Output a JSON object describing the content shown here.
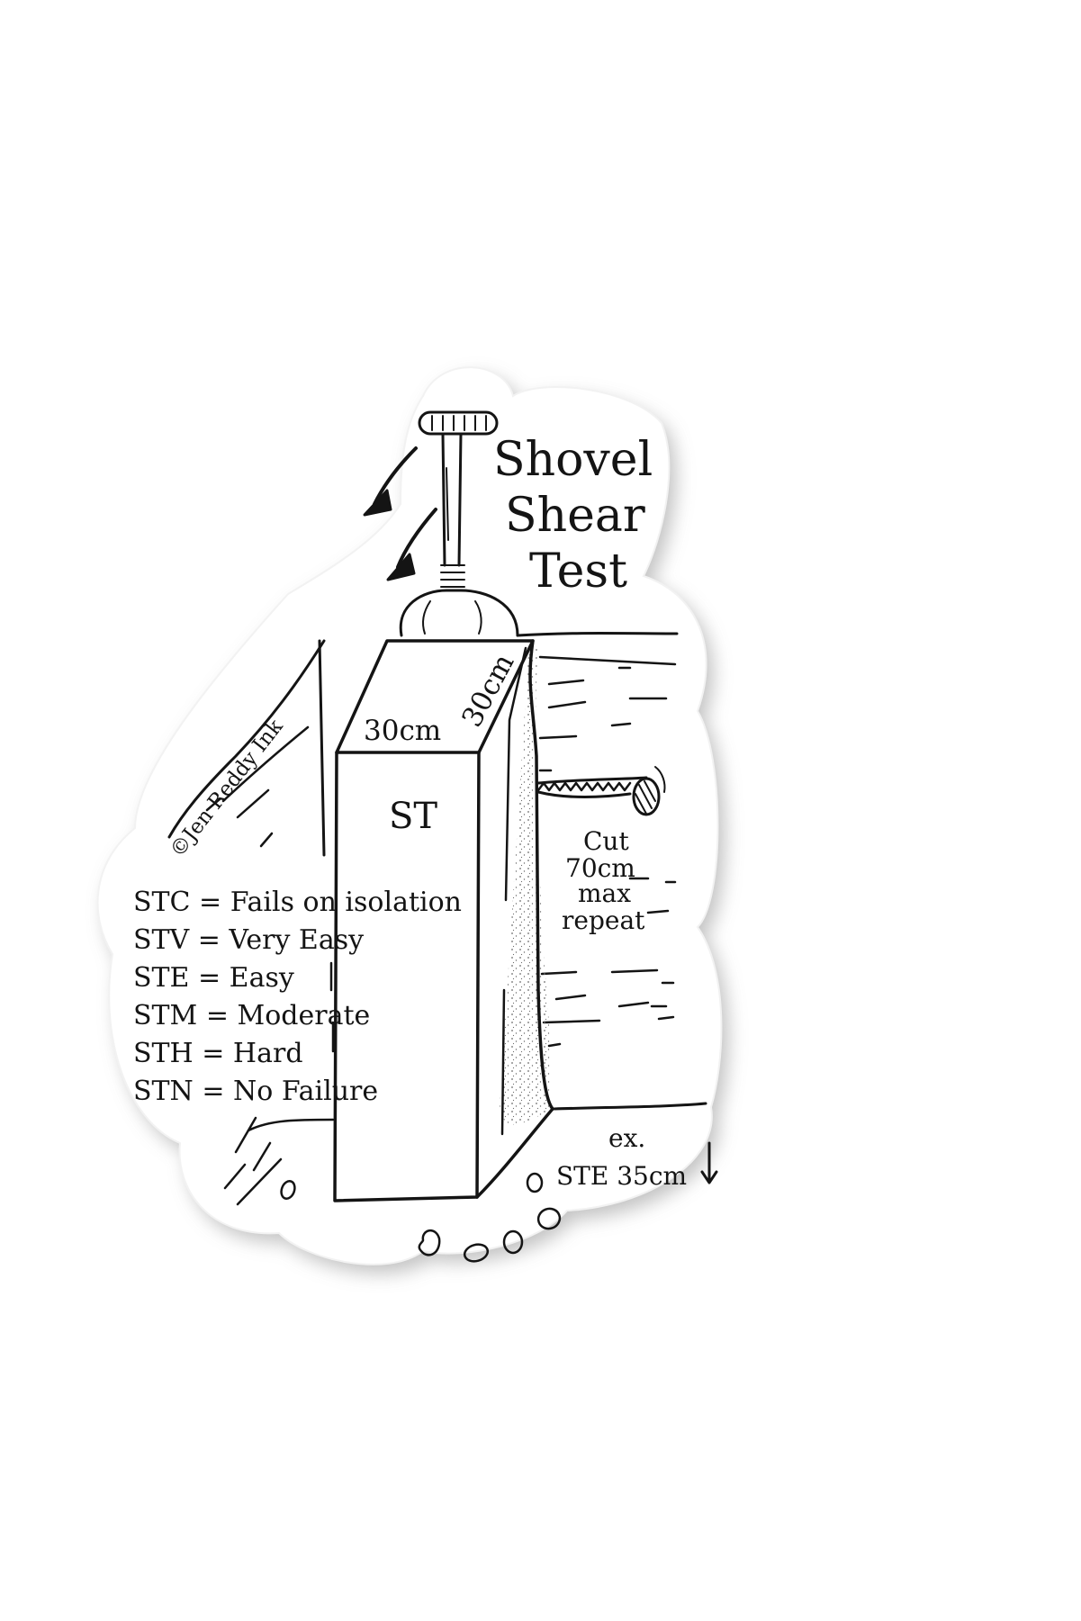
{
  "title": [
    "Shovel",
    "Shear",
    "Test"
  ],
  "column_top": {
    "width_label": "30cm",
    "depth_label": "30cm"
  },
  "column_face_label": "ST",
  "side_note": [
    "Cut",
    "70cm",
    "max",
    "repeat"
  ],
  "legend": [
    "STC = Fails on isolation",
    "STV = Very Easy",
    "STE =  Easy",
    "STM = Moderate",
    "STH =  Hard",
    "STN =  No Failure"
  ],
  "example": [
    "ex.",
    "STE 35cm"
  ],
  "credit": "©Jen Reddy Ink",
  "colors": {
    "ink": "#141414",
    "sticker_fill": "#ffffff",
    "sticker_shadow": "#b9b9b9",
    "stipple": "#6a6a6a"
  },
  "icons": [
    "shovel-icon",
    "arrow-icon",
    "saw-icon",
    "down-arrow-icon"
  ]
}
